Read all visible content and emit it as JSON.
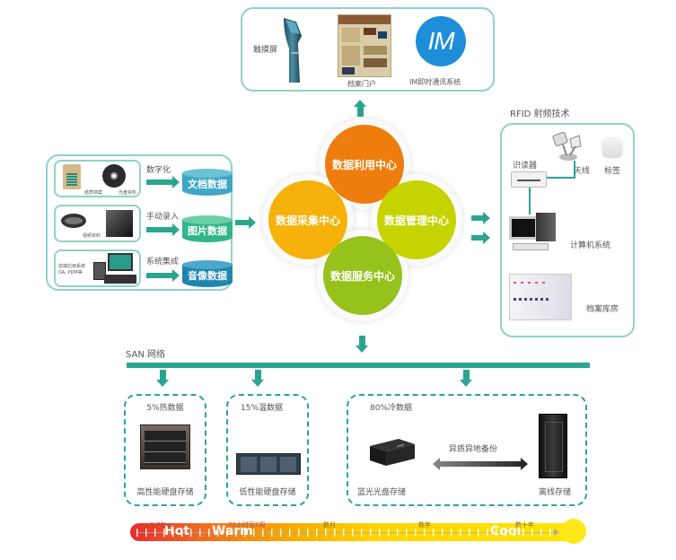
{
  "top_panel": {
    "items": [
      {
        "label": "触摸屏",
        "icon": "kiosk-icon"
      },
      {
        "label": "档案门户",
        "icon": "web-portal-icon"
      },
      {
        "label": "IM即时通讯系统",
        "icon": "im-icon",
        "icon_text": "IM"
      }
    ]
  },
  "left_panel": {
    "rows": [
      {
        "sources": [
          "纸质档案",
          "光盘资料"
        ],
        "process": "数字化",
        "target": "文档数据",
        "target_color": "#3fa7c3"
      },
      {
        "sources": [
          "视频资料"
        ],
        "process": "手动录入",
        "target": "图片数据",
        "target_color": "#33b58a"
      },
      {
        "sources": [
          "前端应用系统",
          "OA, PDM等"
        ],
        "process": "系统集成",
        "target": "音像数据",
        "target_color": "#1f86b0"
      }
    ]
  },
  "centers": [
    {
      "label": "数据利用中心",
      "color": "#ee7d0d"
    },
    {
      "label": "数据采集中心",
      "color": "#f6b20a"
    },
    {
      "label": "数据管理中心",
      "color": "#c6d300"
    },
    {
      "label": "数据服务中心",
      "color": "#96c21b"
    }
  ],
  "rfid_panel": {
    "title": "RFID 射频技术",
    "items": {
      "reader": "识读器",
      "antenna": "天线",
      "tag": "标签",
      "computer": "计算机系统",
      "archive_room": "档案库房"
    }
  },
  "san": {
    "label": "SAN 网络",
    "line_color": "#2ba58f"
  },
  "storage": {
    "hot": {
      "title": "5%热数据",
      "device": "高性能硬盘存储"
    },
    "warm": {
      "title": "15%温数据",
      "device": "低性能硬盘存储"
    },
    "cold": {
      "title": "80%冷数据",
      "device_left": "蓝光光盘存储",
      "backup_label": "异质异地备份",
      "device_right": "离线存储"
    }
  },
  "temperature_bar": {
    "stages": [
      "Hot",
      "Warm",
      "Cool"
    ],
    "timeline": [
      "0-72hrs",
      "72小时至2周",
      "数月",
      "数年",
      "数十年"
    ],
    "colors": {
      "start": "#e52f2f",
      "mid": "#f5a800",
      "end": "#ffe600"
    }
  }
}
